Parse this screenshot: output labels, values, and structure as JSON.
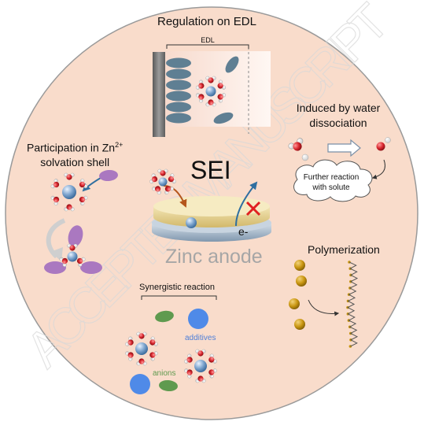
{
  "diagram": {
    "sections": {
      "edl": {
        "title": "Regulation on EDL",
        "bracket_label": "EDL"
      },
      "solvation": {
        "title_line1": "Participation in Zn",
        "title_sup": "2+",
        "title_line2": "solvation shell"
      },
      "water": {
        "title_line1": "Induced by water",
        "title_line2": "dissociation",
        "cloud_line1": "Further reaction",
        "cloud_line2": "with solute"
      },
      "center": {
        "sei_label": "SEI",
        "anode_label": "Zinc anode",
        "electron_label": "e-"
      },
      "polymer": {
        "title": "Polymerization"
      },
      "synergy": {
        "title": "Synergistic reaction",
        "additives_label": "additives",
        "anions_label": "anions"
      }
    },
    "watermark": "ACCEPTED MANUSCRIPT",
    "colors": {
      "background_circle": "#f9dccb",
      "electrode_bar": "#7c7c7c",
      "edl_ellipse": "#5f7f93",
      "zn_ion": "#7fa6cf",
      "oxygen": "#d8262e",
      "hydrogen": "#ffffff",
      "anion": "#aa78c0",
      "anion_green": "#5f9a4f",
      "additive_blue": "#4f8ae8",
      "polymer_monomer": "#c99611",
      "sei_layer": "#e8d59a",
      "zinc_disk": "#b8c6d6",
      "arrow_orange": "#b5561c",
      "cross_red": "#e02020"
    }
  }
}
